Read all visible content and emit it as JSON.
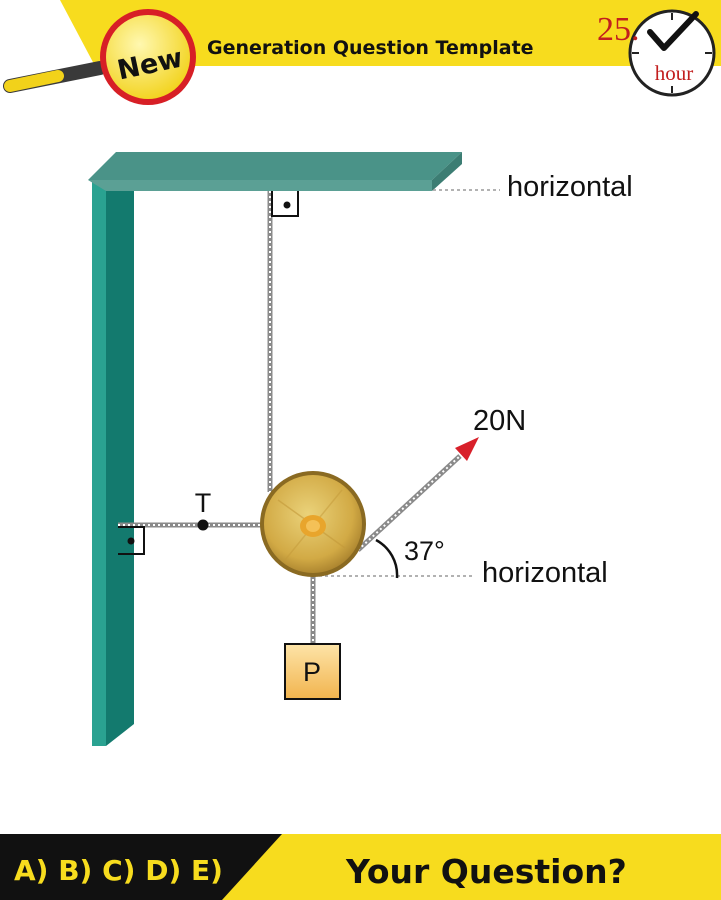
{
  "header": {
    "badge": "New",
    "title": "Generation Question Template",
    "lesson_number": "25.",
    "lesson_unit": "hour"
  },
  "diagram": {
    "label_top_horizontal": "horizontal",
    "label_bottom_horizontal": "horizontal",
    "tension_label": "T",
    "force_label": "20N",
    "angle_label": "37°",
    "weight_label": "P"
  },
  "footer": {
    "options": "A) B) C) D) E)",
    "question": "Your Question?"
  },
  "colors": {
    "banner_yellow": "#f7dc1e",
    "wall_teal": "#137a6e",
    "ceiling_teal": "#4a9388",
    "arrow_red": "#d8202a",
    "box_orange": "#f5c46a",
    "wheel_gold": "#d7b24a"
  },
  "icons": [
    "magnifier-icon",
    "check-mark-icon",
    "clock-icon"
  ]
}
